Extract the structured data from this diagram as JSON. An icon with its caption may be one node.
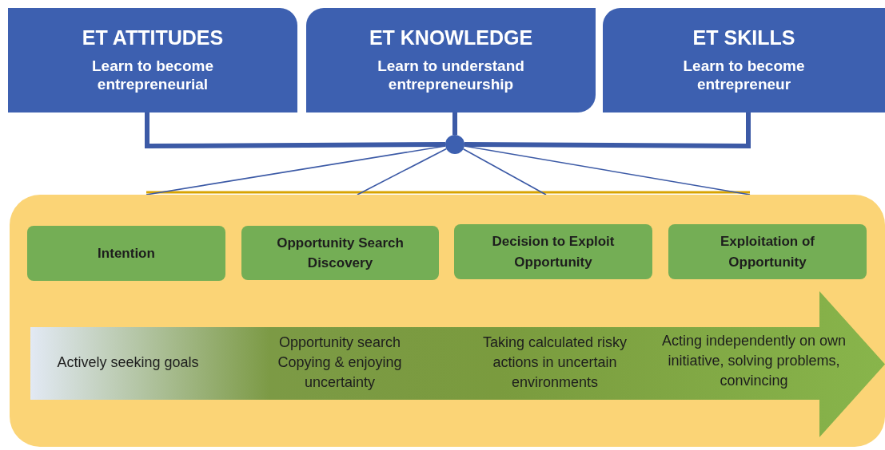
{
  "diagram": {
    "nodes": [
      {
        "text": [
          "ET ATTITUDES",
          "Learn to become entrepreneurial"
        ]
      },
      {
        "text": [
          "ET KNOWLEDGE",
          "Learn to understand entrepreneurship"
        ]
      },
      {
        "text": [
          "ET SKILLS",
          "Learn to become entrepreneur"
        ]
      },
      {
        "text": [],
        "shape": "circle"
      },
      {
        "text": [],
        "shape": "box"
      },
      {
        "text": [
          "Intention"
        ],
        "in": 4
      },
      {
        "text": [
          "Opportunity Search Discovery"
        ],
        "in": 4
      },
      {
        "text": [
          "Decision to Exploit Opportunity"
        ],
        "in": 4
      },
      {
        "text": [
          "Exploitation of Opportunity"
        ],
        "in": 4
      },
      {
        "text": [
          "Actively seeking goals",
          "Opportunity search Copying & enjoying uncertainty",
          "Taking calculated risky actions in uncertain environments",
          "Acting independently on own initiative, solving problems, convincing"
        ],
        "in": 4
      }
    ],
    "edges": [
      {
        "from": 0,
        "to": 3,
        "arrow": "none",
        "style": "thick"
      },
      {
        "from": 1,
        "to": 3,
        "arrow": "none",
        "style": "thick"
      },
      {
        "from": 2,
        "to": 3,
        "arrow": "none",
        "style": "thick"
      },
      {
        "from": 3,
        "to": 4,
        "arrow": "none"
      },
      {
        "from": 3,
        "to": 4,
        "arrow": "none"
      },
      {
        "from": 3,
        "to": 4,
        "arrow": "none"
      },
      {
        "from": 3,
        "to": 4,
        "arrow": "none"
      }
    ]
  }
}
